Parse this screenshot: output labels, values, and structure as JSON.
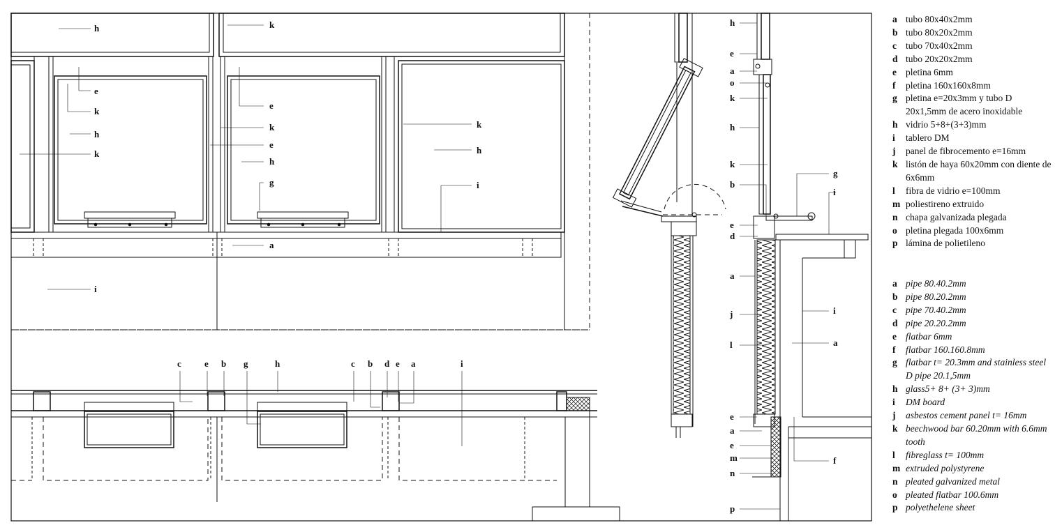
{
  "legend_es": [
    {
      "key": "a",
      "text": "tubo 80x40x2mm"
    },
    {
      "key": "b",
      "text": "tubo 80x20x2mm"
    },
    {
      "key": "c",
      "text": "tubo 70x40x2mm"
    },
    {
      "key": "d",
      "text": "tubo 20x20x2mm"
    },
    {
      "key": "e",
      "text": "pletina 6mm"
    },
    {
      "key": "f",
      "text": "pletina 160x160x8mm"
    },
    {
      "key": "g",
      "text": "pletina e=20x3mm y tubo D 20x1,5mm de acero inoxidable"
    },
    {
      "key": "h",
      "text": "vidrio 5+8+(3+3)mm"
    },
    {
      "key": "i",
      "text": "tablero DM"
    },
    {
      "key": "j",
      "text": "panel de fibrocemento e=16mm"
    },
    {
      "key": "k",
      "text": "listón de haya 60x20mm con diente de 6x6mm"
    },
    {
      "key": "l",
      "text": "fibra de vidrio e=100mm"
    },
    {
      "key": "m",
      "text": "poliestireno extruido"
    },
    {
      "key": "n",
      "text": "chapa galvanizada plegada"
    },
    {
      "key": "o",
      "text": "pletina plegada 100x6mm"
    },
    {
      "key": "p",
      "text": "lámina de polietileno"
    }
  ],
  "legend_en": [
    {
      "key": "a",
      "text": "pipe 80.40.2mm"
    },
    {
      "key": "b",
      "text": "pipe 80.20.2mm"
    },
    {
      "key": "c",
      "text": "pipe 70.40.2mm"
    },
    {
      "key": "d",
      "text": "pipe 20.20.2mm"
    },
    {
      "key": "e",
      "text": "flatbar 6mm"
    },
    {
      "key": "f",
      "text": "flatbar 160.160.8mm"
    },
    {
      "key": "g",
      "text": "flatbar t= 20.3mm and stainless steel D pipe 20.1,5mm"
    },
    {
      "key": "h",
      "text": "glass5+ 8+ (3+ 3)mm"
    },
    {
      "key": "i",
      "text": "DM board"
    },
    {
      "key": "j",
      "text": "asbestos cement panel t= 16mm"
    },
    {
      "key": "k",
      "text": "beechwood bar 60.20mm with 6.6mm tooth"
    },
    {
      "key": "l",
      "text": "fibreglass t= 100mm"
    },
    {
      "key": "m",
      "text": "extruded polystyrene"
    },
    {
      "key": "n",
      "text": "pleated galvanized metal"
    },
    {
      "key": "o",
      "text": "pleated flatbar 100.6mm"
    },
    {
      "key": "p",
      "text": "polyethelene sheet"
    }
  ],
  "elevation_labels": [
    "h",
    "k",
    "e",
    "k",
    "h",
    "k",
    "e",
    "k",
    "e",
    "h",
    "g",
    "k",
    "h",
    "i",
    "a",
    "i"
  ],
  "plan_labels": [
    "c",
    "e",
    "b",
    "g",
    "h",
    "c",
    "b",
    "d",
    "e",
    "a",
    "i"
  ],
  "section_left_labels": [
    "h",
    "e",
    "a",
    "o",
    "k",
    "h",
    "k",
    "b",
    "e",
    "d",
    "a",
    "j",
    "l",
    "e",
    "a",
    "e",
    "m",
    "n",
    "p"
  ],
  "section_right_labels": [
    "g",
    "i",
    "i",
    "a",
    "f"
  ]
}
